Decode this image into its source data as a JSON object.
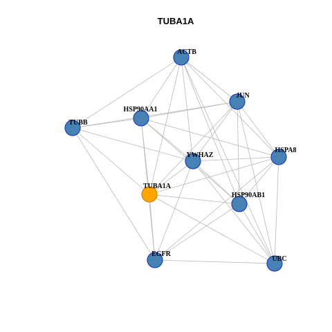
{
  "title": "TUBA1A",
  "colors": {
    "background": "#ffffff",
    "edge": "#b9b9b9",
    "node_fill": "#4682b4",
    "node_border": "#1f3fbf",
    "highlight_fill": "#ffa500",
    "highlight_border": "#cc8400"
  },
  "graph": {
    "highlight": "TUBA1A",
    "nodes": [
      {
        "id": "ACTB",
        "label": "ACTB"
      },
      {
        "id": "JUN",
        "label": "JUN"
      },
      {
        "id": "HSP90AA1",
        "label": "HSP90AA1"
      },
      {
        "id": "TUBB",
        "label": "TUBB"
      },
      {
        "id": "YWHAZ",
        "label": "YWHAZ"
      },
      {
        "id": "HSPA8",
        "label": "HSPA8"
      },
      {
        "id": "TUBA1A",
        "label": "TUBA1A"
      },
      {
        "id": "HSP90AB1",
        "label": "HSP90AB1"
      },
      {
        "id": "EGFR",
        "label": "EGFR"
      },
      {
        "id": "UBC",
        "label": "UBC"
      }
    ],
    "edges": [
      [
        "ACTB",
        "TUBB"
      ],
      [
        "ACTB",
        "HSP90AA1"
      ],
      [
        "ACTB",
        "JUN"
      ],
      [
        "ACTB",
        "YWHAZ"
      ],
      [
        "ACTB",
        "TUBA1A"
      ],
      [
        "ACTB",
        "HSPA8"
      ],
      [
        "ACTB",
        "HSP90AB1"
      ],
      [
        "ACTB",
        "UBC"
      ],
      [
        "TUBB",
        "HSP90AA1"
      ],
      [
        "TUBB",
        "JUN"
      ],
      [
        "TUBB",
        "YWHAZ"
      ],
      [
        "TUBB",
        "TUBA1A"
      ],
      [
        "TUBB",
        "EGFR"
      ],
      [
        "HSP90AA1",
        "JUN"
      ],
      [
        "HSP90AA1",
        "YWHAZ"
      ],
      [
        "HSP90AA1",
        "TUBA1A"
      ],
      [
        "HSP90AA1",
        "EGFR"
      ],
      [
        "HSP90AA1",
        "HSPA8"
      ],
      [
        "HSP90AA1",
        "HSP90AB1"
      ],
      [
        "JUN",
        "YWHAZ"
      ],
      [
        "JUN",
        "TUBA1A"
      ],
      [
        "JUN",
        "HSPA8"
      ],
      [
        "JUN",
        "HSP90AB1"
      ],
      [
        "JUN",
        "UBC"
      ],
      [
        "YWHAZ",
        "HSPA8"
      ],
      [
        "YWHAZ",
        "TUBA1A"
      ],
      [
        "YWHAZ",
        "HSP90AB1"
      ],
      [
        "YWHAZ",
        "EGFR"
      ],
      [
        "YWHAZ",
        "UBC"
      ],
      [
        "HSPA8",
        "TUBA1A"
      ],
      [
        "HSPA8",
        "HSP90AB1"
      ],
      [
        "HSPA8",
        "EGFR"
      ],
      [
        "HSPA8",
        "UBC"
      ],
      [
        "TUBA1A",
        "HSP90AB1"
      ],
      [
        "TUBA1A",
        "EGFR"
      ],
      [
        "TUBA1A",
        "UBC"
      ],
      [
        "HSP90AB1",
        "EGFR"
      ],
      [
        "HSP90AB1",
        "UBC"
      ],
      [
        "EGFR",
        "UBC"
      ]
    ]
  }
}
